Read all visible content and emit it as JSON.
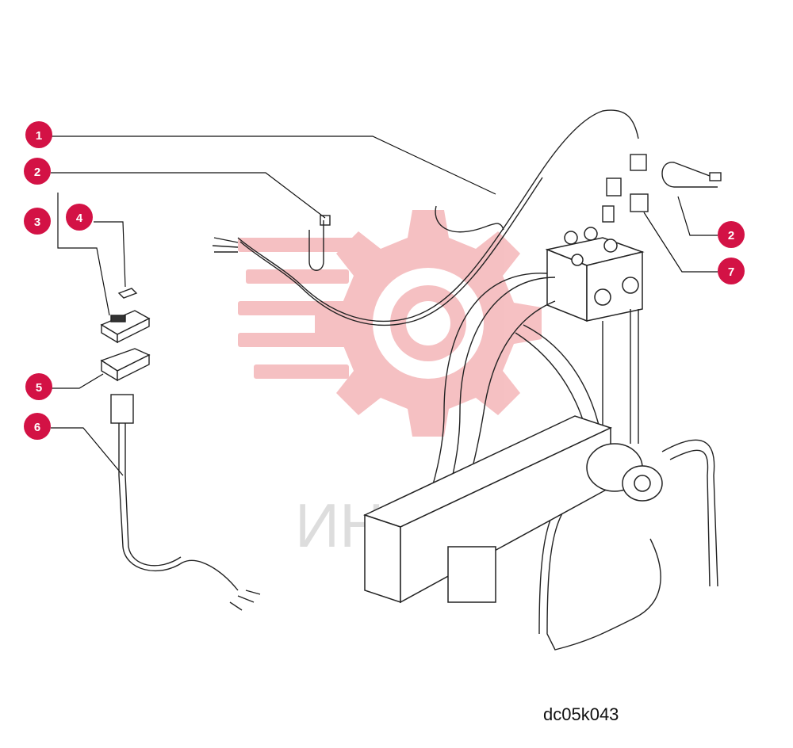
{
  "drawing_code": "dc05k043",
  "watermark": {
    "text": "ИНТЕХ",
    "gear_color": "#f4b6b8",
    "text_color": "#d8d8d8"
  },
  "callout_color": "#d31245",
  "callouts": [
    {
      "id": "c1",
      "label": "1"
    },
    {
      "id": "c2a",
      "label": "2"
    },
    {
      "id": "c3",
      "label": "3"
    },
    {
      "id": "c4",
      "label": "4"
    },
    {
      "id": "c5",
      "label": "5"
    },
    {
      "id": "c6",
      "label": "6"
    },
    {
      "id": "c2b",
      "label": "2"
    },
    {
      "id": "c7",
      "label": "7"
    }
  ]
}
